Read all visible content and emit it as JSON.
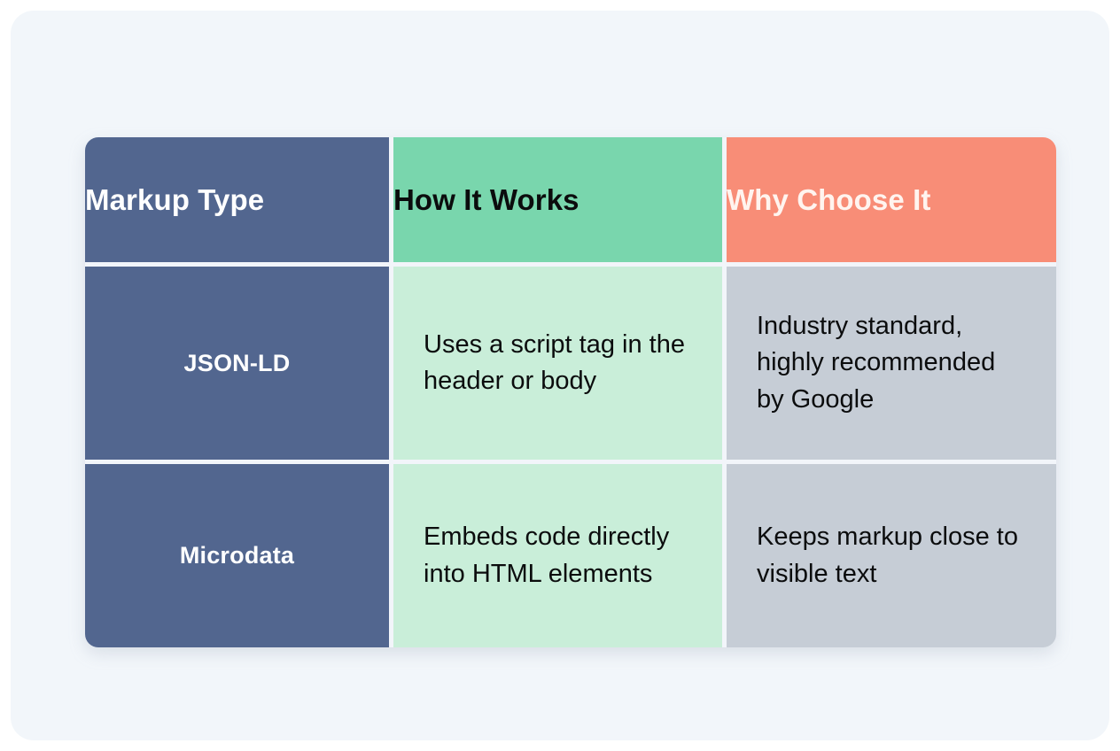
{
  "theme": {
    "page_background": "#ffffff",
    "card_background": "#f2f6fa",
    "grid_gap_color": "#f2f5fa",
    "header_type_bg": "#52668f",
    "header_how_bg": "#79d6ad",
    "header_why_bg": "#f88d77",
    "body_type_bg": "#52668f",
    "body_how_bg": "#c9eed9",
    "body_why_bg": "#c6cdd6",
    "header_type_text": "#ffffff",
    "header_how_text": "#0b0c0d",
    "header_why_text": "#fff4ef",
    "body_text_dark": "#0b0c0d",
    "body_text_light": "#ffffff"
  },
  "table": {
    "columns": [
      {
        "key": "markup_type",
        "header": "Markup Type"
      },
      {
        "key": "how_it_works",
        "header": "How It Works"
      },
      {
        "key": "why_choose_it",
        "header": "Why Choose It"
      }
    ],
    "rows": [
      {
        "markup_type": "JSON-LD",
        "how_it_works": "Uses a script tag in the header or body",
        "why_choose_it": "Industry standard, highly recommended by Google"
      },
      {
        "markup_type": "Microdata",
        "how_it_works": "Embeds code directly into HTML elements",
        "why_choose_it": "Keeps markup close to visible text"
      }
    ]
  }
}
